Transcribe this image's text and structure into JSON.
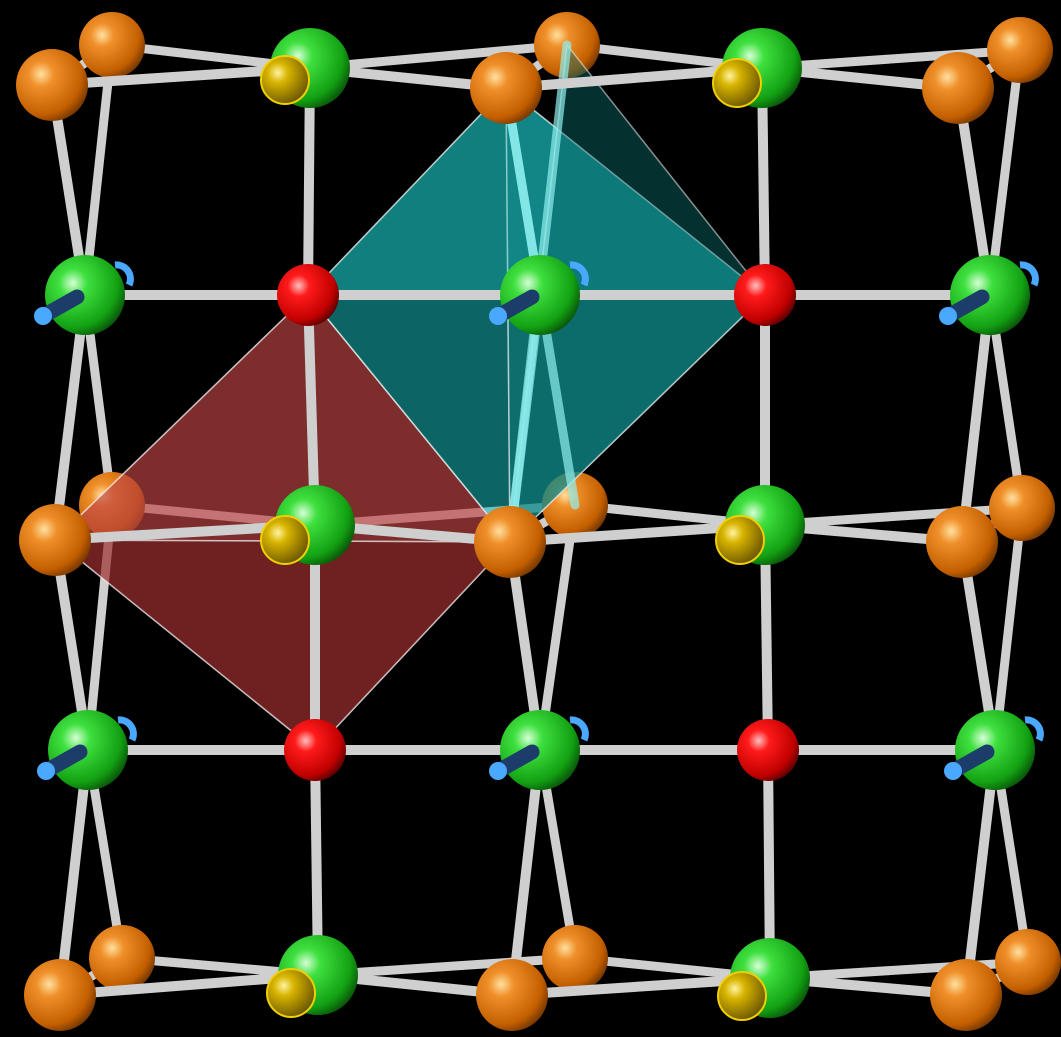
{
  "scene": {
    "description_name": "crystal-structure-render",
    "background": "#000000",
    "colors": {
      "bond": "#cfcfcf",
      "orange_atom": "#e27a10",
      "green_atom": "#22c322",
      "red_atom": "#e00000",
      "yellow_atom": "#c8a800",
      "blue_marker": "#4aa8ff",
      "blue_marker_dark": "#1c3d6a",
      "octahedron_red": "#c04545",
      "octahedron_cyan": "#18b6b6"
    },
    "atom_types": [
      "orange",
      "green",
      "red",
      "yellow"
    ]
  }
}
